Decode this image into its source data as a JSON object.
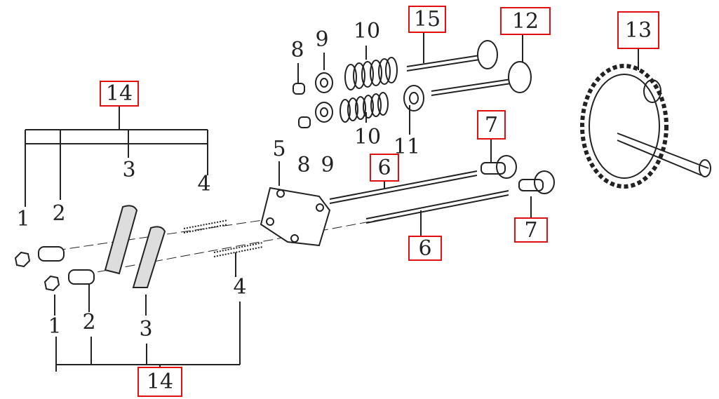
{
  "diagram": {
    "type": "exploded parts diagram - valve train",
    "labels": {
      "top_group": "14",
      "bottom_group": "14",
      "nut_top": "1",
      "collar_top": "2",
      "rocker_top": "3",
      "stud_top": "4",
      "guide_plate": "5",
      "cap_top": "8",
      "retainer_top": "9",
      "spring_top": "10",
      "valve_exhaust": "15",
      "valve_intake": "12",
      "camshaft": "13",
      "spring_bottom": "10",
      "cap_bottom": "8",
      "retainer_bottom": "9",
      "seal": "11",
      "pushrod_top": "6",
      "tappet_top": "7",
      "tappet_bottom": "7",
      "pushrod_bottom": "6",
      "stud_bottom": "4",
      "rocker_bottom": "3",
      "collar_bottom": "2",
      "nut_bottom": "1"
    },
    "highlight_color": "#e01010"
  }
}
